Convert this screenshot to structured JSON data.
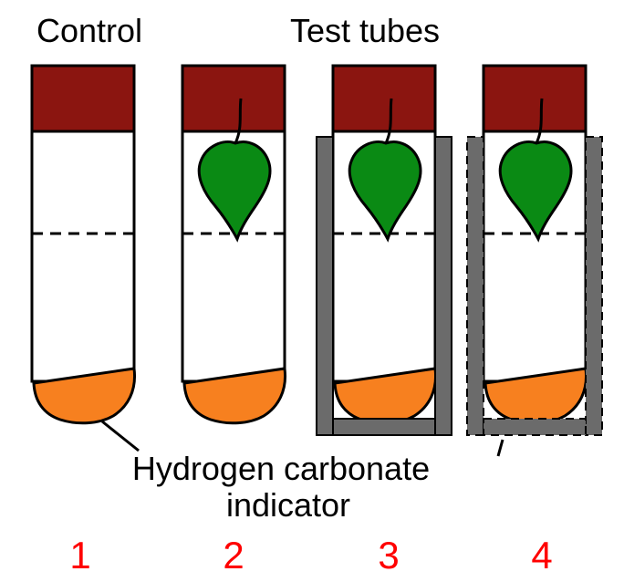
{
  "labels": {
    "control": "Control",
    "test_tubes": "Test tubes",
    "indicator_line1": "Hydrogen carbonate",
    "indicator_line2": "indicator"
  },
  "tubes": [
    {
      "number": "1",
      "leaf": false,
      "cover": "none"
    },
    {
      "number": "2",
      "leaf": true,
      "cover": "none"
    },
    {
      "number": "3",
      "leaf": true,
      "cover": "solid"
    },
    {
      "number": "4",
      "leaf": true,
      "cover": "dashed"
    }
  ],
  "colors": {
    "stopper": "#8b1510",
    "indicator": "#f7801f",
    "leaf": "#0a8a14",
    "cover": "#6b6b6b",
    "number": "#ff0000",
    "outline": "#000000"
  }
}
